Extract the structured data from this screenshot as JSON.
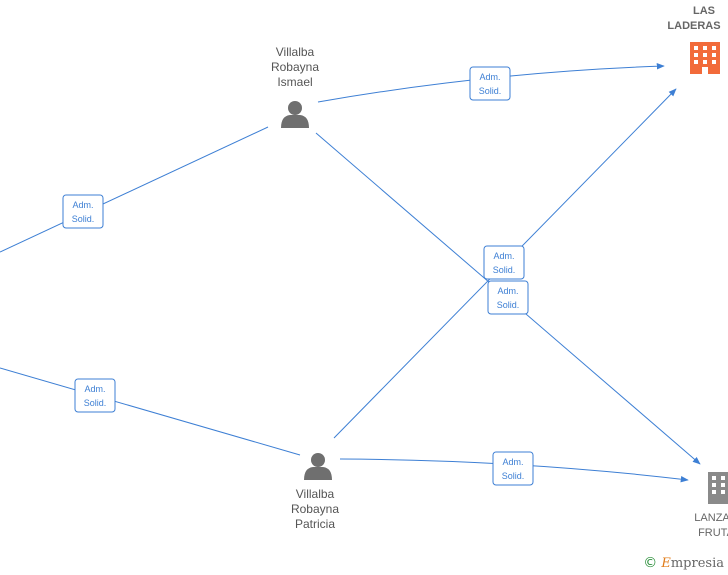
{
  "people": [
    {
      "id": "ismael",
      "name_lines": [
        "Villalba",
        "Robayna",
        "Ismael"
      ]
    },
    {
      "id": "patricia",
      "name_lines": [
        "Villalba",
        "Robayna",
        "Patricia"
      ]
    }
  ],
  "companies": [
    {
      "id": "laderas",
      "label_lines": [
        "LAS",
        "LADERAS"
      ],
      "color": "#f26b3a"
    },
    {
      "id": "lanzar",
      "label_lines": [
        "LANZAR",
        "FRUTA"
      ],
      "color": "#8a8a8a"
    }
  ],
  "relation_label_lines": [
    "Adm.",
    "Solid."
  ],
  "watermark": {
    "copyright": "©",
    "brand": "mpresia",
    "brand_initial": "E"
  },
  "colors": {
    "edge": "#3d7fd4",
    "person": "#6f6f6f"
  }
}
